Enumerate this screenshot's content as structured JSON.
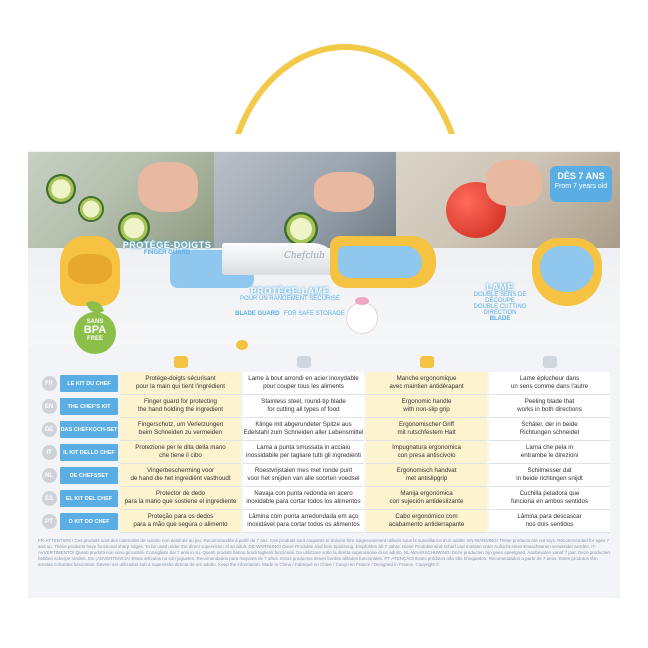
{
  "age_badge": {
    "fr": "DÈS 7 ANS",
    "en": "From 7 years old"
  },
  "labels": {
    "finger_guard": {
      "fr": "PROTÈGE-DOIGTS",
      "en": "FINGER GUARD"
    },
    "blade_guard": {
      "fr": "PROTÈGE-LAME",
      "fr_sub": "POUR UN RANGEMENT SÉCURISÉ",
      "en": "BLADE GUARD",
      "en_sub": "FOR SAFE STORAGE"
    },
    "blade": {
      "fr": "LAME",
      "fr_sub": "DOUBLE SENS DE DÉCOUPE",
      "en_sub": "DOUBLE CUTTING DIRECTION",
      "en": "BLADE"
    }
  },
  "bpa": {
    "top": "SANS",
    "mid": "BPA",
    "bottom": "FREE"
  },
  "brand": "Chefclub",
  "colors": {
    "accent": "#5aaee3",
    "yellow": "#f5c242",
    "row_tint": "#fdf3cf"
  },
  "table": {
    "rows": [
      {
        "code": "FR",
        "kit": "LE KIT DU CHEF",
        "cells": [
          [
            "Protège-doigts sécurisant",
            "pour la main qui tient l'ingrédient"
          ],
          [
            "Lame à bout arrondi en acier inoxydable",
            "pour couper tous les aliments"
          ],
          [
            "Manche ergonomique",
            "avec maintien antidérapant"
          ],
          [
            "Lame éplucheur dans",
            "un sens comme dans l'autre"
          ]
        ]
      },
      {
        "code": "EN",
        "kit": "THE CHEF'S KIT",
        "cells": [
          [
            "Finger guard for protecting",
            "the hand holding the ingredient"
          ],
          [
            "Stainless steel, round-tip blade",
            "for cutting all types of food"
          ],
          [
            "Ergonomic handle",
            "with non-slip grip"
          ],
          [
            "Peeling blade that",
            "works in both directions"
          ]
        ]
      },
      {
        "code": "DE",
        "kit": "DAS CHEFKOCH-SET",
        "cells": [
          [
            "Fingerschutz, um Verletzungen",
            "beim Schneiden zu vermeiden"
          ],
          [
            "Klinge mit abgerundeter Spitze aus",
            "Edelstahl zum Schneiden aller Lebensmittel"
          ],
          [
            "Ergonomischer Griff",
            "mit rutschfestem Halt"
          ],
          [
            "Schäler, der in beide",
            "Richtungen schneidet"
          ]
        ]
      },
      {
        "code": "IT",
        "kit": "IL KIT DELLO CHEF",
        "cells": [
          [
            "Protezione per le dita della mano",
            "che tiene il cibo"
          ],
          [
            "Lama a punta smussata in acciaio",
            "inossidabile per tagliare tutti gli ingredienti"
          ],
          [
            "Impugnatura ergonomica",
            "con presa antiscivolo"
          ],
          [
            "Lama che pela in",
            "entrambe le direzioni"
          ]
        ]
      },
      {
        "code": "NL",
        "kit": "DE CHEFSSET",
        "cells": [
          [
            "Vingerbescherming voor",
            "de hand die het ingrediënt vasthoudt"
          ],
          [
            "Roestvrijstalen mes met ronde punt",
            "voor het snijden van alle soorten voedsel"
          ],
          [
            "Ergonomisch handvat",
            "met antislipgrip"
          ],
          [
            "Schilmesser dat",
            "in beide richtingen snijdt"
          ]
        ]
      },
      {
        "code": "ES",
        "kit": "EL KIT DEL CHEF",
        "cells": [
          [
            "Protector de dedo",
            "para la mano que sostiene el ingrediente"
          ],
          [
            "Navaja con punta redonda en acero",
            "inoxidable para cortar todos los alimentos"
          ],
          [
            "Manija ergonómica",
            "con sujeción antideslizante"
          ],
          [
            "Cuchilla peladora que",
            "funciona en ambos sentidos"
          ]
        ]
      },
      {
        "code": "PT",
        "kit": "O KIT DO CHEF",
        "cells": [
          [
            "Proteção para os dedos",
            "para a mão que segura o alimento"
          ],
          [
            "Lâmina com ponta arredondada em aço",
            "inoxidável para cortar todos os alimentos"
          ],
          [
            "Cabo ergonómico com",
            "acabamento antiderrapante"
          ],
          [
            "Lâmina para descascar",
            "nos dois sentidos"
          ]
        ]
      }
    ]
  },
  "legal": "FR-ATTENTION ! Ces produits sont des ustensiles de cuisine non destinés au jeu. Recommandés à partir de 7 ans. Ces produits sont coupants et doivent être soigneusement utilisés sous la surveillance d'un adulte. EN-WARNING! These products are not toys. Recommended for ages 7 and up. These products have functional sharp edges. To be used under the direct supervision of an adult. DE-WARNUNG! Diese Produkte sind kein Spielzeug. Empfohlen ab 7 Jahre. Diese Produkte sind scharf und müssen unter Aufsicht eines Erwachsenen verwendet werden. IT-AVVERTIMENTO! Questi prodotti non sono giocattoli. Consigliato dai 7 anni in su. Questi prodotti hanno bordi taglienti funzionali. Da utilizzare sotto la diretta supervisione di un adulto. NL-WAARSCHUWING! Deze producten zijn geen speelgoed. Aanbevolen vanaf 7 jaar. Deze producten hebben scherpe randen. ES-¡ADVERTENCIA! Estos artículos no son juguetes. Recomendados para mayores de 7 años. Estos productos tienen bordes afilados funcionales. PT-ATENÇÃO! Estes produtos não são brinquedos. Recomendados a partir de 7 anos. Estes produtos têm arestas cortantes funcionais. Devem ser utilizados sob a supervisão directa de um adulto. Keep the information. Made in China / Fabriqué en Chine / Conçu en France / Designed in France. Copyright ©"
}
